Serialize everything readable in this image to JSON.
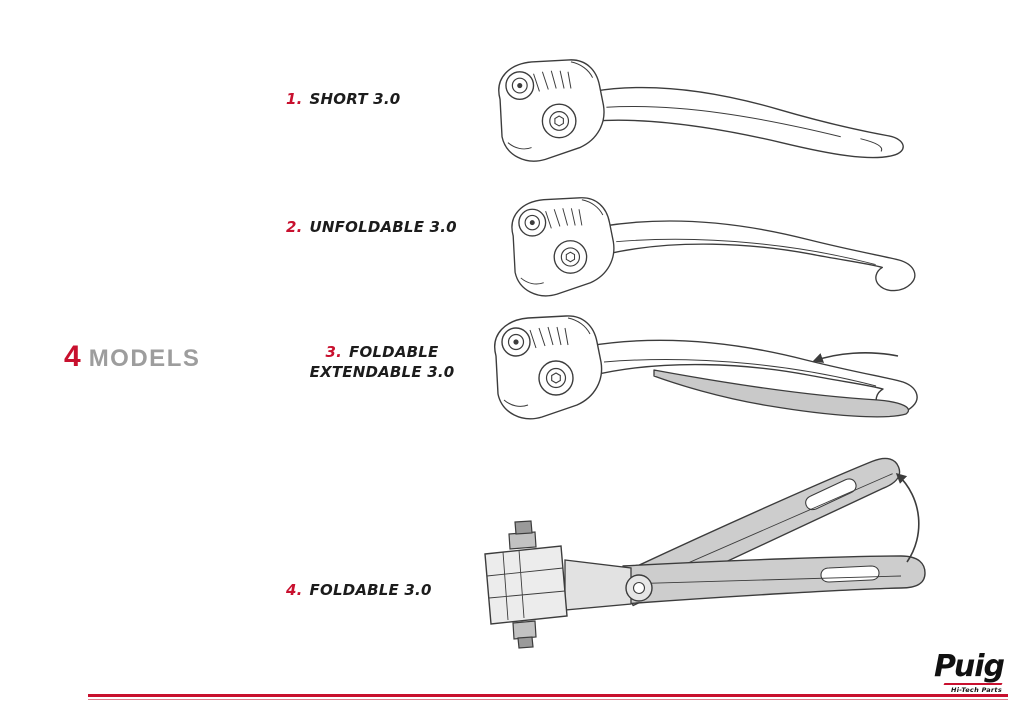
{
  "models_heading": {
    "count": "4",
    "label": "MODELS"
  },
  "items": [
    {
      "number": "1.",
      "name": "SHORT 3.0"
    },
    {
      "number": "2.",
      "name": "UNFOLDABLE 3.0"
    },
    {
      "number": "3.",
      "name": "FOLDABLE EXTENDABLE 3.0"
    },
    {
      "number": "4.",
      "name": "FOLDABLE 3.0"
    }
  ],
  "brand": {
    "name": "Puig",
    "tagline": "Hi-Tech Parts"
  },
  "icons": {
    "extend_arrow": "left-arrow",
    "fold_arrow": "curved-up-arrow"
  },
  "colors": {
    "accent_red": "#c8102e",
    "heading_gray": "#9d9d9d",
    "line_art": "#3c3c3c",
    "shade_gray": "#c9c9c9"
  }
}
